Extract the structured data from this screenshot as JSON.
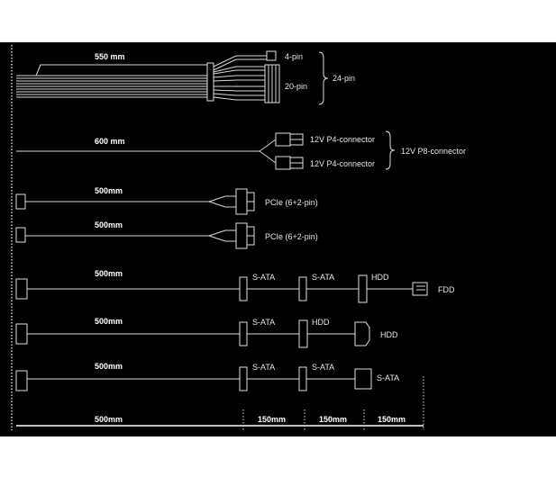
{
  "cables": {
    "atx": {
      "length": "550 mm",
      "pin4": "4-pin",
      "pin20": "20-pin",
      "combined": "24-pin"
    },
    "cpu": {
      "length": "600 mm",
      "connector_a": "12V P4-connector",
      "connector_b": "12V P4-connector",
      "combined": "12V P8-connector"
    },
    "pcie1": {
      "length": "500mm",
      "connector": "PCIe (6+2-pin)"
    },
    "pcie2": {
      "length": "500mm",
      "connector": "PCIe (6+2-pin)"
    },
    "peripheral1": {
      "length": "500mm",
      "c1": "S-ATA",
      "c2": "S-ATA",
      "c3": "HDD",
      "c4": "FDD"
    },
    "peripheral2": {
      "length": "500mm",
      "c1": "S-ATA",
      "c2": "HDD",
      "c3": "HDD"
    },
    "sata": {
      "length": "500mm",
      "c1": "S-ATA",
      "c2": "S-ATA",
      "c3": "S-ATA"
    }
  },
  "scale": {
    "main": "500mm",
    "seg1": "150mm",
    "seg2": "150mm",
    "seg3": "150mm"
  },
  "colors": {
    "background": "#000000",
    "line": "#d9d9d9",
    "text": "#e6e6e6"
  }
}
